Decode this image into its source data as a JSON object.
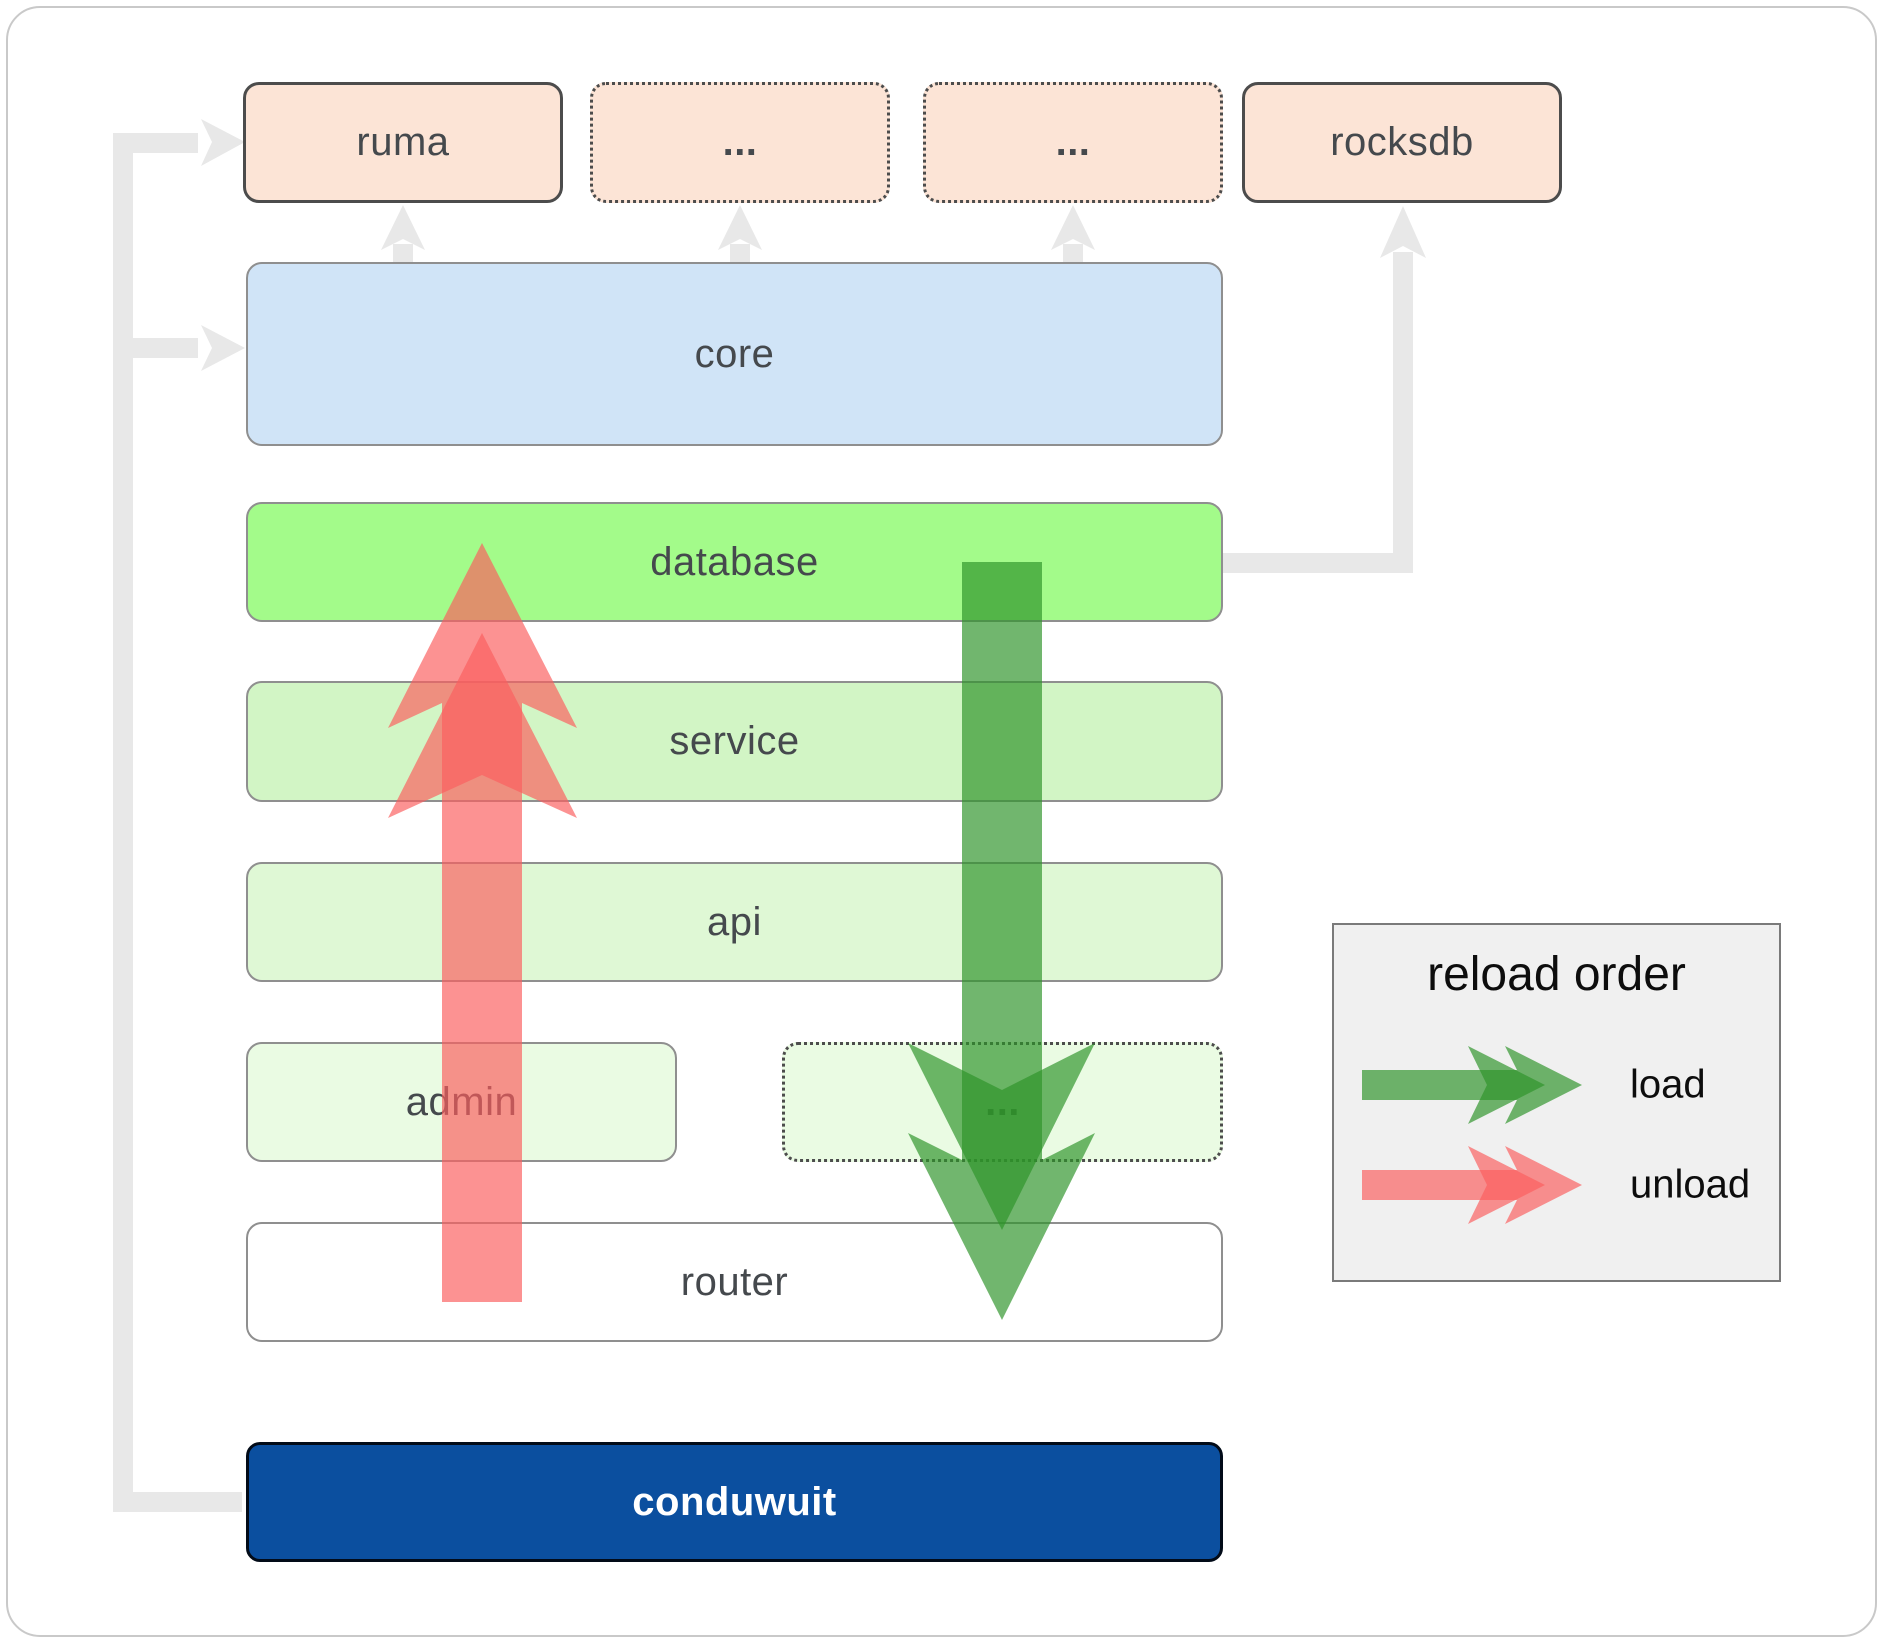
{
  "nodes": {
    "ruma": "ruma",
    "extern_1": "...",
    "extern_2": "...",
    "rocksdb": "rocksdb",
    "core": "core",
    "database": "database",
    "service": "service",
    "api": "api",
    "admin": "admin",
    "more_services": "...",
    "router": "router",
    "conduwuit": "conduwuit"
  },
  "legend": {
    "title": "reload order",
    "items": [
      {
        "icon": "load-arrow",
        "label": "load"
      },
      {
        "icon": "unload-arrow",
        "label": "unload"
      }
    ]
  },
  "colors": {
    "frame-border": "#c9c9c9",
    "connector": "#e8e8e8",
    "box-border": "#8f8f8f",
    "dark-border": "#4c4c4c",
    "peach": "#fce4d6",
    "blue": "#d0e4f7",
    "green-bright": "#a3fb8a",
    "green-light": "#d2f5c5",
    "green-lighter": "#dff8d5",
    "green-faint": "#eafbe3",
    "router-fill": "#ffffff",
    "navy": "#0b4f9f",
    "navy-border": "#020b18",
    "label": "#45494d",
    "legend-bg": "#f0f0f0",
    "legend-border": "#7a7a7a",
    "arrow-green": "#2d942a",
    "arrow-red": "#fa5f5f"
  }
}
